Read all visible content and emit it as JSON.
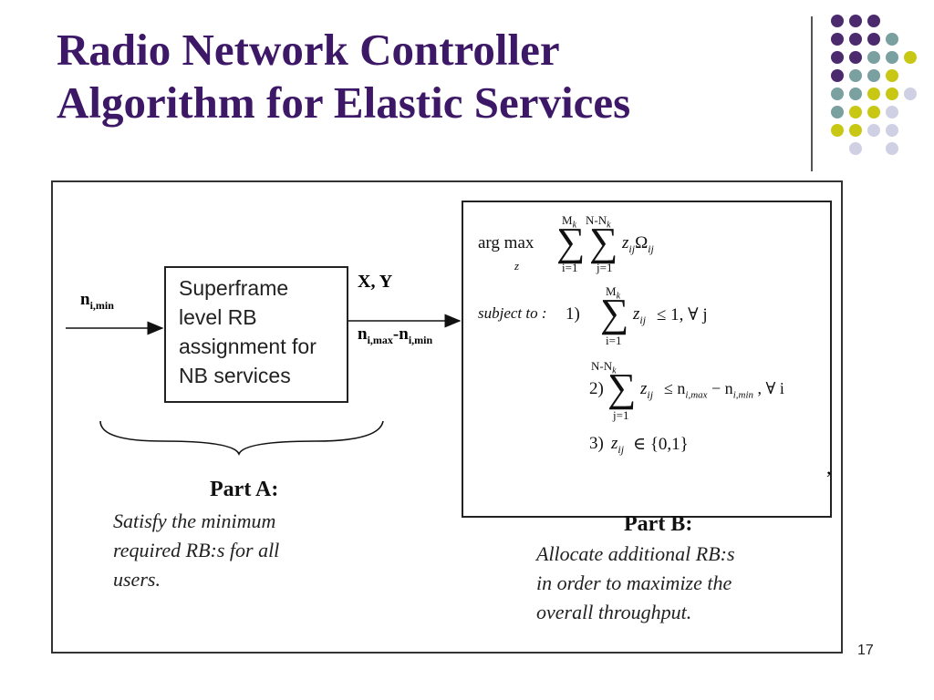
{
  "slide": {
    "title_line1": "Radio Network Controller",
    "title_line2": "Algorithm for Elastic Services",
    "page_number": "17",
    "colors": {
      "title": "#3d1866",
      "dot_purple": "#4b2a6e",
      "dot_teal": "#7aa0a0",
      "dot_olive": "#c8c814",
      "dot_lavender": "#d0d0e4"
    }
  },
  "diagram": {
    "input_label_main": "n",
    "input_label_sub": "i,min",
    "block_a_lines": [
      "Superframe",
      "level RB",
      "assignment for",
      "NB services"
    ],
    "xy_label": "X, Y",
    "output_label_n1": "n",
    "output_label_sub1": "i,max",
    "output_label_dash": "-",
    "output_label_n2": "n",
    "output_label_sub2": "i,min",
    "part_a_heading": "Part A:",
    "part_a_lines": [
      "Satisfy the minimum",
      "required RB:s for all",
      "users."
    ],
    "part_b_heading": "Part B:",
    "part_b_lines": [
      "Allocate additional RB:s",
      "in order to maximize the",
      "overall throughput."
    ],
    "stray_mark": ","
  },
  "formula": {
    "argmax": "arg max",
    "argmax_sub": "z",
    "sum1_top": "M",
    "sum1_top_sub": "k",
    "sum1_bottom": "i=1",
    "sum2_top": "N-N",
    "sum2_top_sub": "k",
    "sum2_bottom": "j=1",
    "objective_z": "z",
    "objective_z_sub": "ij",
    "objective_omega": "Ω",
    "objective_omega_sub": "ij",
    "subject_to": "subject to :",
    "c1_label": "1)",
    "c1_top": "M",
    "c1_top_sub": "k",
    "c1_bottom": "i=1",
    "c1_z": "z",
    "c1_z_sub": "ij",
    "c1_rhs": "≤ 1,  ∀ j",
    "c2_label": "2)",
    "c2_top": "N-N",
    "c2_top_sub": "k",
    "c2_bottom": "j=1",
    "c2_z": "z",
    "c2_z_sub": "ij",
    "c2_rhs_a": "≤ n",
    "c2_rhs_a_sub": "i,max",
    "c2_rhs_b": " − n",
    "c2_rhs_b_sub": "i,min",
    "c2_rhs_c": " ,  ∀ i",
    "c3_label": "3)",
    "c3_z": "z",
    "c3_z_sub": "ij",
    "c3_rhs": "∈ {0,1}"
  }
}
